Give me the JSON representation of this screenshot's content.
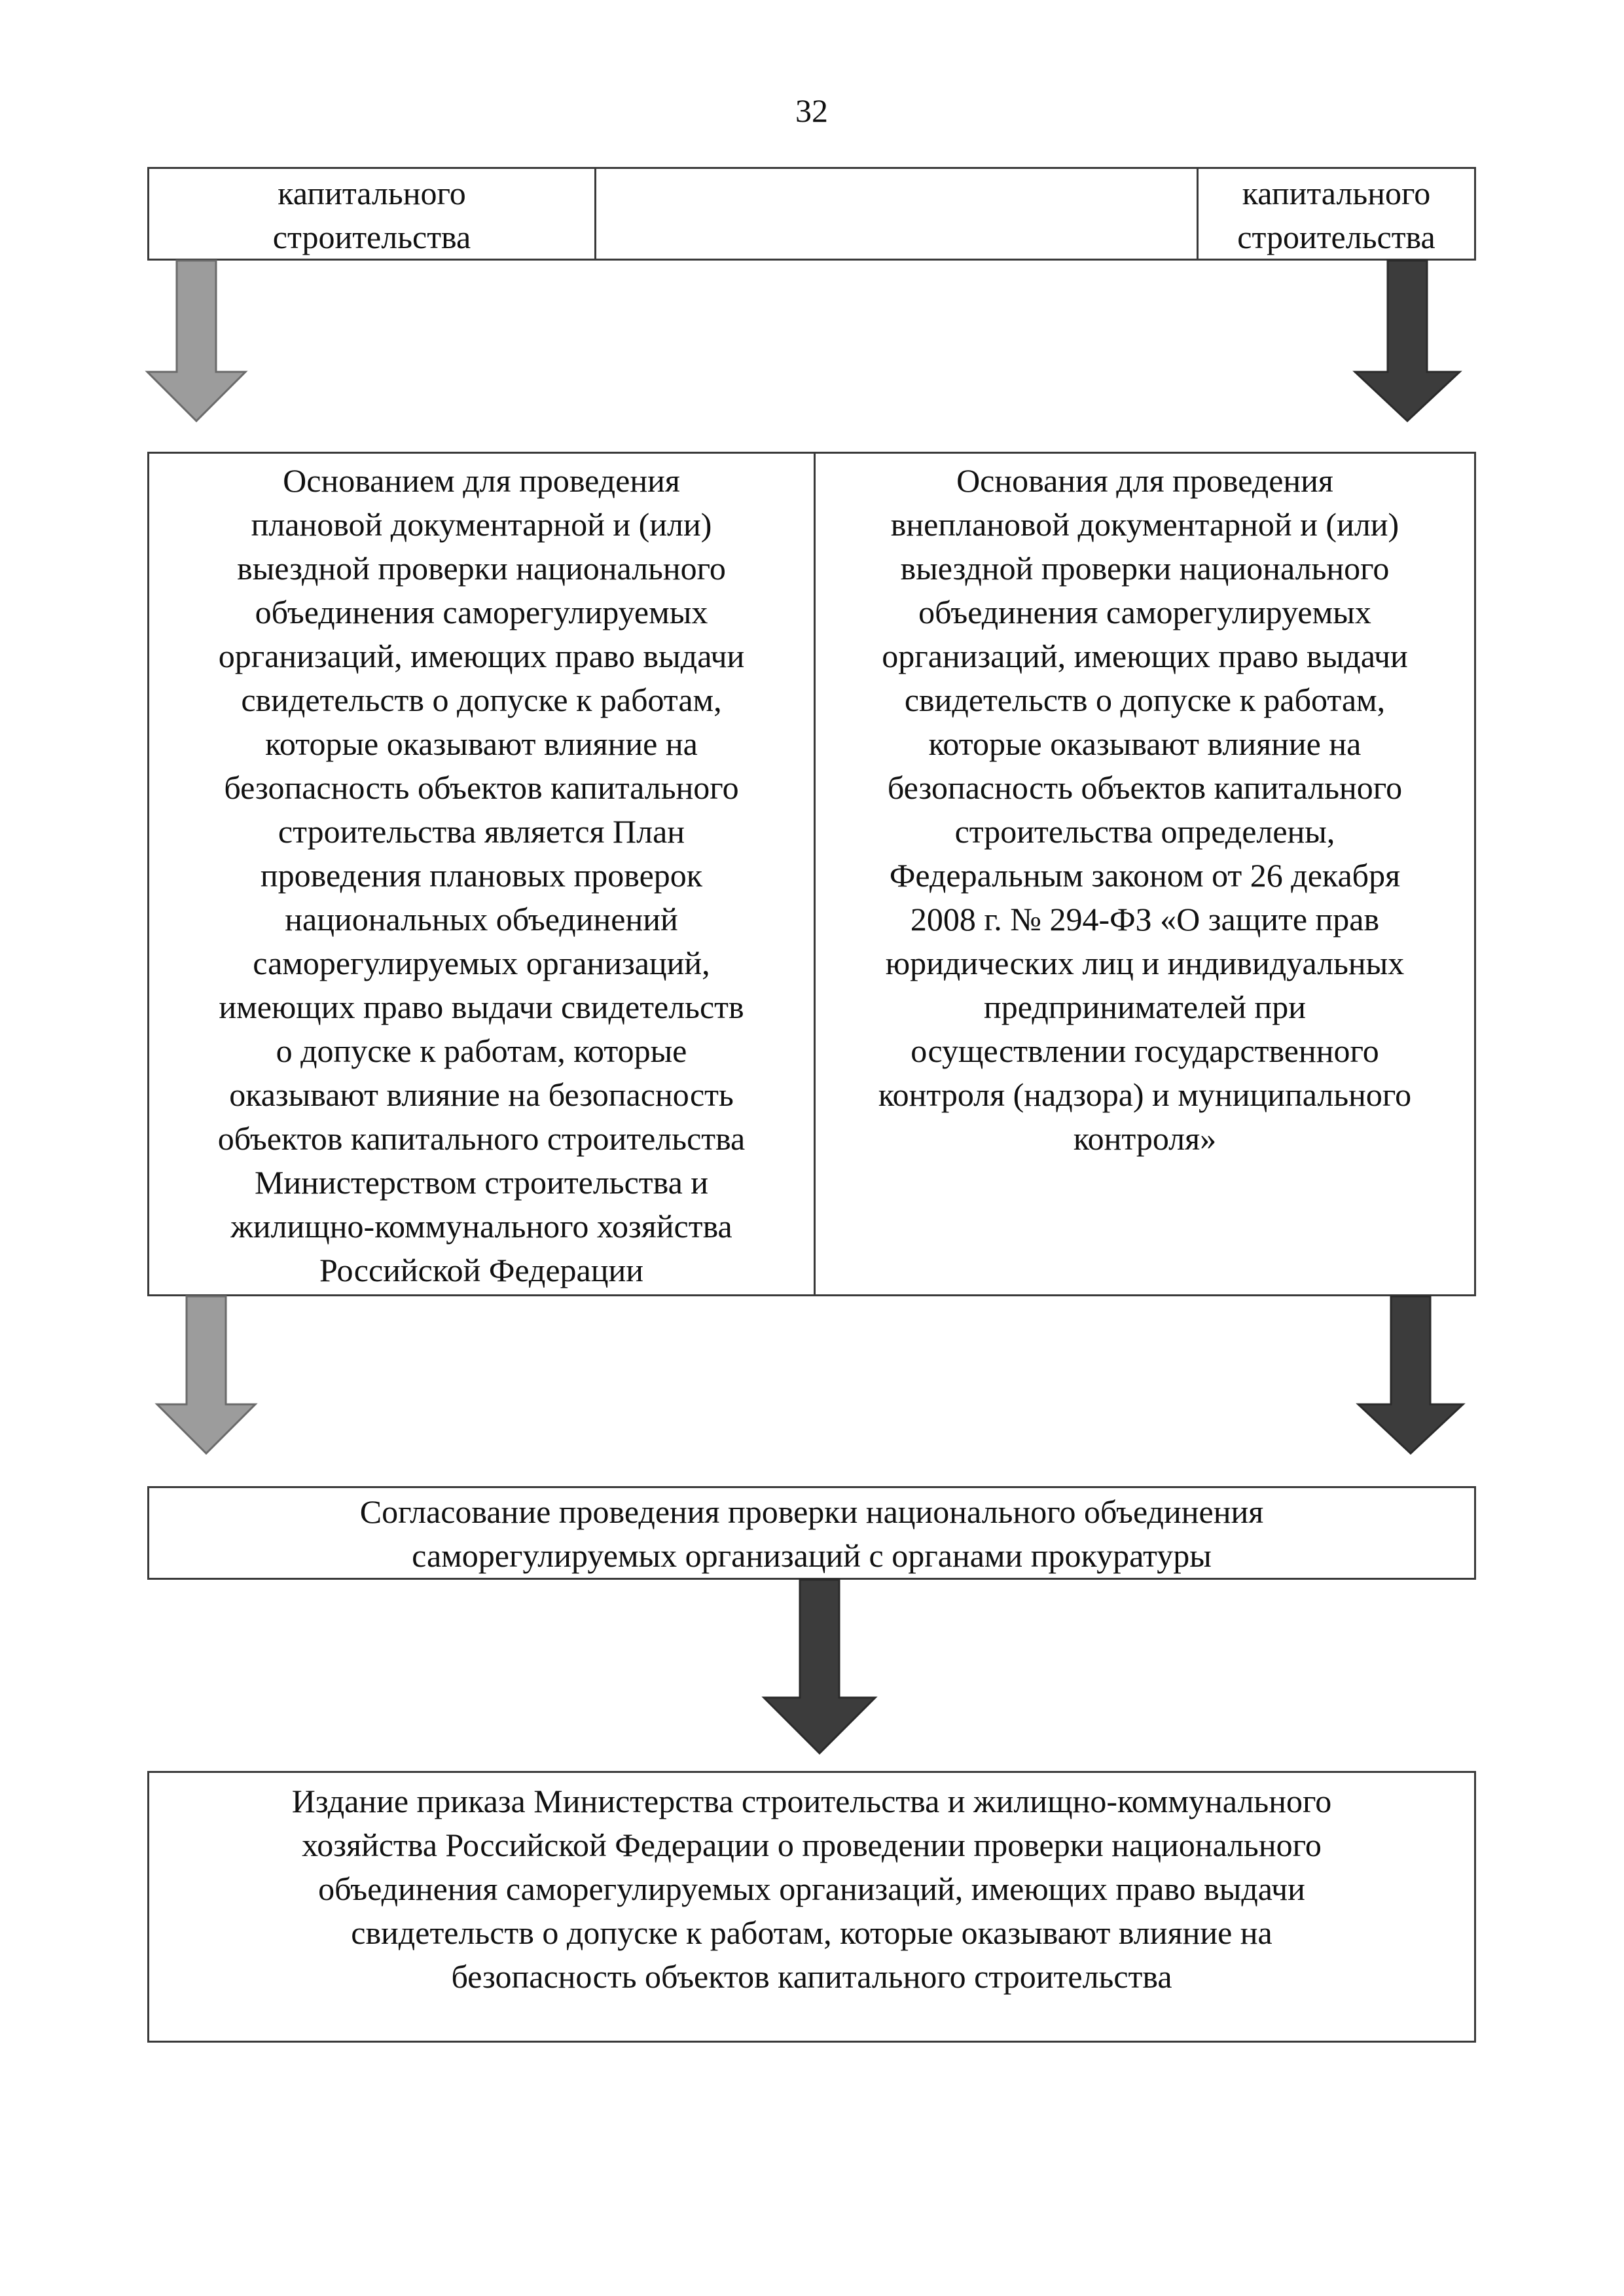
{
  "page_number": "32",
  "top_row": {
    "left": "капитального\nстроительства",
    "middle": "",
    "right": "капитального\nстроительства"
  },
  "basis": {
    "planned": "Основанием для проведения\nплановой документарной и (или)\nвыездной проверки национального\nобъединения саморегулируемых\nорганизаций, имеющих право выдачи\nсвидетельств о допуске к работам,\nкоторые оказывают влияние на\nбезопасность объектов капитального\nстроительства является План\nпроведения плановых проверок\nнациональных объединений\nсаморегулируемых организаций,\nимеющих право выдачи свидетельств\nо допуске к работам, которые\nоказывают влияние на безопасность\nобъектов капитального строительства\nМинистерством строительства и\nжилищно-коммунального хозяйства\nРоссийской Федерации",
    "unplanned": "Основания для проведения\nвнеплановой документарной и (или)\nвыездной проверки национального\nобъединения саморегулируемых\nорганизаций, имеющих право выдачи\nсвидетельств о допуске к работам,\nкоторые оказывают влияние на\nбезопасность объектов капитального\nстроительства определены,\nФедеральным законом от 26 декабря\n2008 г. № 294-ФЗ «О защите прав\nюридических лиц и индивидуальных\nпредпринимателей при\nосуществлении государственного\nконтроля (надзора) и муниципального\nконтроля»"
  },
  "approval": "Согласование проведения проверки национального объединения\nсаморегулируемых организаций с органами прокуратуры",
  "order": "Издание приказа Министерства строительства и жилищно-коммунального\nхозяйства Российской Федерации о проведении проверки национального\nобъединения саморегулируемых организаций, имеющих право выдачи\nсвидетельств о допуске к работам, которые оказывают влияние на\nбезопасность объектов капитального строительства",
  "colors": {
    "arrow_light": "#9c9c9c",
    "arrow_dark": "#3c3c3c",
    "border": "#3a3a3a"
  }
}
